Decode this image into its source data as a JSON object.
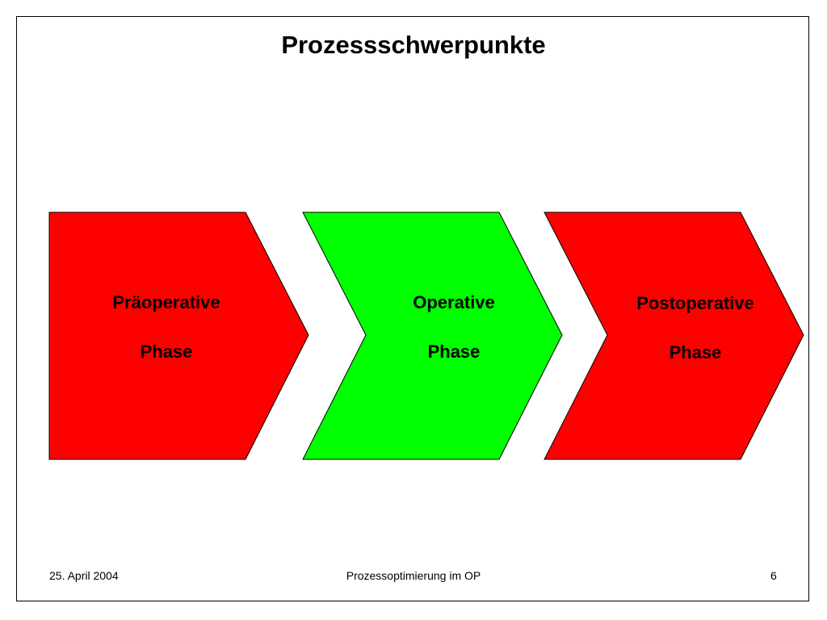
{
  "slide": {
    "title": "Prozessschwerpunkte"
  },
  "phases": [
    {
      "line1": "Präoperative",
      "line2": "Phase",
      "color": "#ff0000"
    },
    {
      "line1": "Operative",
      "line2": "Phase",
      "color": "#00ff00"
    },
    {
      "line1": "Postoperative",
      "line2": "Phase",
      "color": "#ff0000"
    }
  ],
  "footer": {
    "date": "25. April 2004",
    "center": "Prozessoptimierung im OP",
    "page": "6"
  }
}
